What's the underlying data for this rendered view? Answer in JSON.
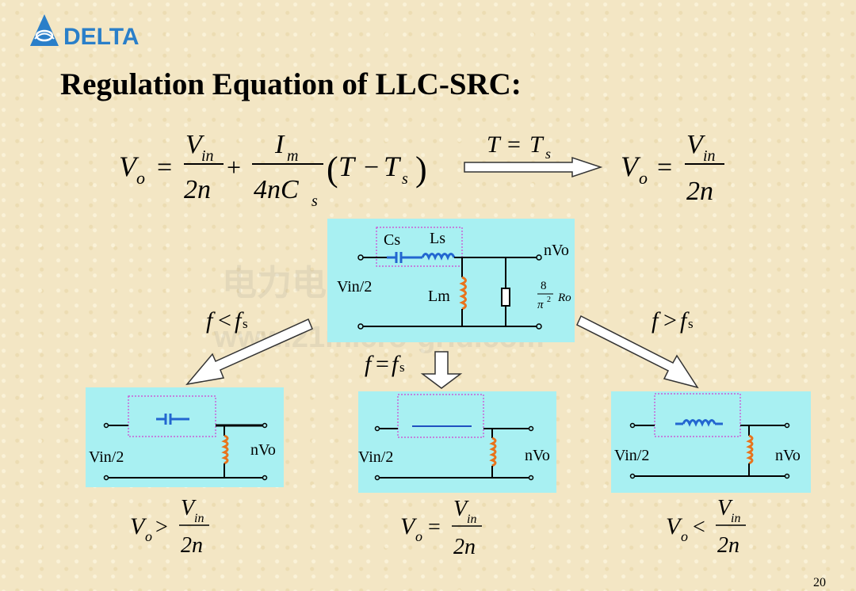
{
  "logo": {
    "text": "DELTA",
    "icon": "delta-triangle-icon",
    "color": "#2a7fc9"
  },
  "title": "Regulation Equation of LLC-SRC:",
  "colors": {
    "panel": "#a8f0f2",
    "component": "#2266d0",
    "inductor": "#e8731c",
    "dotted_box": "#d040d0",
    "arrow_fill": "#ffffff"
  },
  "watermark": {
    "line1": "电力电子技术与新能源",
    "line2": "www.21micro-grid.com"
  },
  "top_circuit": {
    "cs": "Cs",
    "ls": "Ls",
    "nvo": "nVo",
    "vin2": "Vin/2",
    "lm": "Lm",
    "ro_num": "8",
    "ro_den": "π",
    "ro_exp": "2",
    "ro": "Ro"
  },
  "branches": [
    {
      "freq_f": "f",
      "freq_op": "<",
      "freq_fs": "f",
      "freq_sub": "s",
      "vin2": "Vin/2",
      "nvo": "nVo",
      "eq_lhs": "V",
      "eq_lhs_sub": "o",
      "eq_op": ">",
      "eq_num": "V",
      "eq_num_sub": "in",
      "eq_den": "2n"
    },
    {
      "freq_f": "f",
      "freq_op": "=",
      "freq_fs": "f",
      "freq_sub": "s",
      "vin2": "Vin/2",
      "nvo": "nVo",
      "eq_lhs": "V",
      "eq_lhs_sub": "o",
      "eq_op": "=",
      "eq_num": "V",
      "eq_num_sub": "in",
      "eq_den": "2n"
    },
    {
      "freq_f": "f",
      "freq_op": ">",
      "freq_fs": "f",
      "freq_sub": "s",
      "vin2": "Vin/2",
      "nvo": "nVo",
      "eq_lhs": "V",
      "eq_lhs_sub": "o",
      "eq_op": "<",
      "eq_num": "V",
      "eq_num_sub": "in",
      "eq_den": "2n"
    }
  ],
  "main_eq": {
    "lhs": "V",
    "lhs_sub": "o",
    "eq": "=",
    "f1_num": "V",
    "f1_num_sub": "in",
    "f1_den": "2n",
    "plus": "+",
    "f2_num": "I",
    "f2_num_sub": "m",
    "f2_den": "4nC",
    "f2_den_sub": "s",
    "paren_open": "(",
    "t": "T",
    "minus": "−",
    "ts": "T",
    "ts_sub": "s",
    "paren_close": ")"
  },
  "condition": {
    "t": "T",
    "eq": "=",
    "ts": "T",
    "ts_sub": "s"
  },
  "result_eq": {
    "lhs": "V",
    "lhs_sub": "o",
    "eq": "=",
    "num": "V",
    "num_sub": "in",
    "den": "2n"
  },
  "page_number": "20"
}
